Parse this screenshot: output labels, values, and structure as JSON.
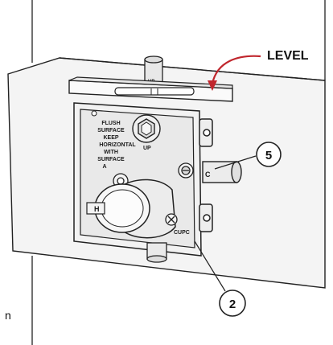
{
  "annotation_color": "#c0262d",
  "callouts": {
    "level": "LEVEL",
    "item_5": "5",
    "item_2": "2"
  },
  "molded_text": {
    "flush_line_1": "FLUSH",
    "flush_line_2": "SURFACE",
    "flush_line_3": "KEEP",
    "flush_line_4": "HORIZONTAL",
    "flush_line_5": "WITH",
    "flush_line_6": "SURFACE",
    "flush_line_7": "A",
    "up_top": "UP",
    "up_cap": "UP",
    "cupc": "CUPC",
    "side_h": "H",
    "side_c": "C"
  },
  "edge_text": "n"
}
